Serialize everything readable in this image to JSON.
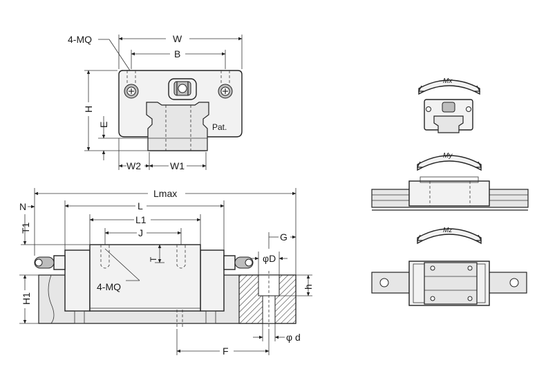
{
  "labels": {
    "four_mq_top": "4-MQ",
    "w": "W",
    "b": "B",
    "h": "H",
    "e": "E",
    "pat": "Pat.",
    "w2": "W2",
    "w1": "W1",
    "lmax": "Lmax",
    "n": "N",
    "l": "L",
    "l1": "L1",
    "j": "J",
    "t1": "T1",
    "t": "T",
    "four_mq_side": "4-MQ",
    "h1": "H1",
    "g": "G",
    "phi_d_upper": "φD",
    "h_small": "h",
    "phi_d_lower": "φ d",
    "f": "F",
    "mx": "Mx",
    "my": "My",
    "mz": "Mz"
  },
  "colors": {
    "line": "#222222",
    "body": "#f2f2f2",
    "rail": "#e6e6e6"
  }
}
